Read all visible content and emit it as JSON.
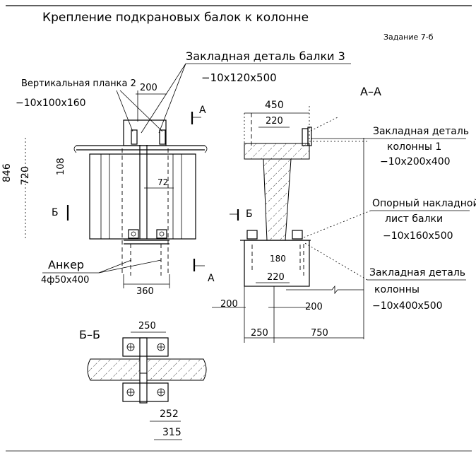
{
  "title": "Крепление подкрановых балок к колонне",
  "task": "Задание 7-б",
  "labels": {
    "beam_embed_title": "Закладная деталь балки 3",
    "beam_embed_size": "−10x120x500",
    "vertical_plate_title": "Вертикальная планка 2",
    "vertical_plate_size": "−10x100x160",
    "anchor_title": "Анкер",
    "anchor_size": "4ф50x400",
    "section_aa": "А–А",
    "section_bb": "Б–Б",
    "col_embed1_title_a": "Закладная деталь",
    "col_embed1_title_b": "колонны 1",
    "col_embed1_size": "−10x200x400",
    "support_title_a": "Опорный накладной",
    "support_title_b": "лист балки",
    "support_size": "−10x160x500",
    "col_embed_title_a": "Закладная деталь",
    "col_embed_title_b": "колонны",
    "col_embed_size": "−10x400x500",
    "cut_a": "А",
    "cut_b": "Б"
  },
  "dimensions": {
    "d200_top": "200",
    "d846": "846",
    "d720": "720",
    "d108": "108",
    "d72": "72",
    "d360": "360",
    "d450": "450",
    "d220_top": "220",
    "d180": "180",
    "d220_bot": "220",
    "d200_left": "200",
    "d200_right": "200",
    "d250_bot": "250",
    "d750": "750",
    "d250_bb": "250",
    "d252": "252",
    "d315": "315"
  }
}
